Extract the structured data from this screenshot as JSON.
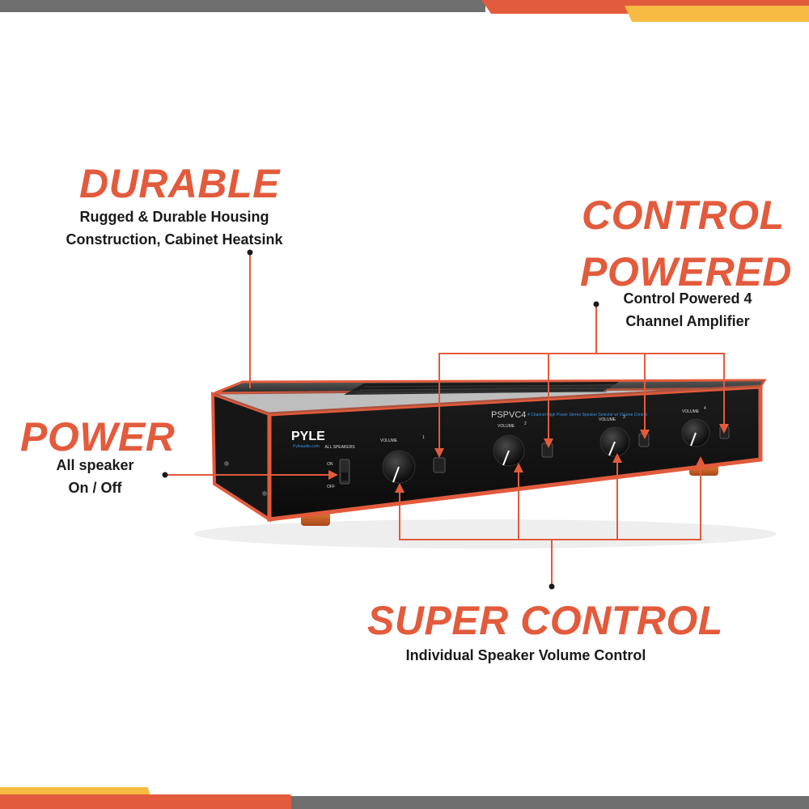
{
  "colors": {
    "accent": "#e25b3c",
    "accent_gold": "#f7ba42",
    "stripe_gray": "#6e6e6e",
    "text_dark": "#1a1a1a"
  },
  "callouts": {
    "durable": {
      "title": "DURABLE",
      "lines": [
        "Rugged & Durable Housing",
        "Construction, Cabinet Heatsink"
      ]
    },
    "control_powered": {
      "title_line1": "CONTROL",
      "title_line2": "POWERED",
      "lines": [
        "Control Powered 4",
        "Channel Amplifier"
      ]
    },
    "power": {
      "title": "POWER",
      "lines": [
        "All speaker",
        "On / Off"
      ]
    },
    "super_control": {
      "title": "SUPER CONTROL",
      "lines": [
        "Individual Speaker Volume Control"
      ]
    }
  },
  "product": {
    "brand": "PYLE",
    "brand_sub": "Pyleaudio.com",
    "model": "PSPVC4",
    "description": "4 Channel High Power Stereo Speaker Selector w/ Volume Control",
    "all_speakers_label": "ALL SPEAKERS",
    "on_label": "ON",
    "off_label": "OFF",
    "volume_label": "VOLUME",
    "channels": [
      "1",
      "2",
      "3",
      "4"
    ]
  }
}
